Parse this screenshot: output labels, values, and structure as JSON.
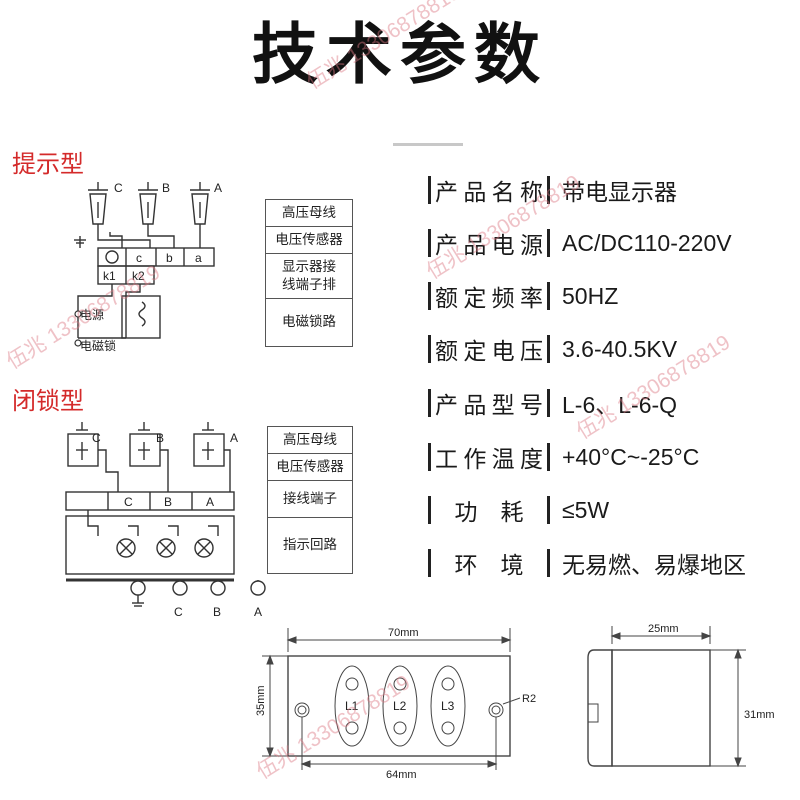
{
  "title": "技术参数",
  "sections": {
    "indicator_type": "提示型",
    "locking_type": "闭锁型"
  },
  "diagram_indicator": {
    "phase_labels": [
      "C",
      "B",
      "A"
    ],
    "terminal_labels": [
      "c",
      "b",
      "a"
    ],
    "relay_labels": [
      "k1",
      "k2"
    ],
    "power_label": "电源",
    "lock_label": "电磁锁",
    "legend": [
      "高压母线",
      "电压传感器",
      "显示器接\n线端子排",
      "电磁锁路"
    ]
  },
  "diagram_locking": {
    "phase_labels": [
      "C",
      "B",
      "A"
    ],
    "terminal_labels": [
      "C",
      "B",
      "A"
    ],
    "bottom_labels": [
      "C",
      "B",
      "A"
    ],
    "legend": [
      "高压母线",
      "电压传感器",
      "接线端子",
      "指示回路"
    ]
  },
  "specs": [
    {
      "name": "产品名称",
      "value": "带电显示器"
    },
    {
      "name": "产品电源",
      "value": "AC/DC110-220V"
    },
    {
      "name": "额定频率",
      "value": "50HZ"
    },
    {
      "name": "额定电压",
      "value": "3.6-40.5KV"
    },
    {
      "name": "产品型号",
      "value": "L-6、L-6-Q"
    },
    {
      "name": "工作温度",
      "value": "+40°C~-25°C"
    },
    {
      "name": "功　耗",
      "value": "≤5W"
    },
    {
      "name": "环　境",
      "value": "无易燃、易爆地区"
    }
  ],
  "dimensions": {
    "width_top": "70mm",
    "width_bottom": "64mm",
    "height_left": "35mm",
    "radius": "R2",
    "lamps": [
      "L1",
      "L2",
      "L3"
    ],
    "side_width": "25mm",
    "side_height": "31mm"
  },
  "watermark": {
    "brand": "伍兆",
    "phone": "13306878819"
  }
}
